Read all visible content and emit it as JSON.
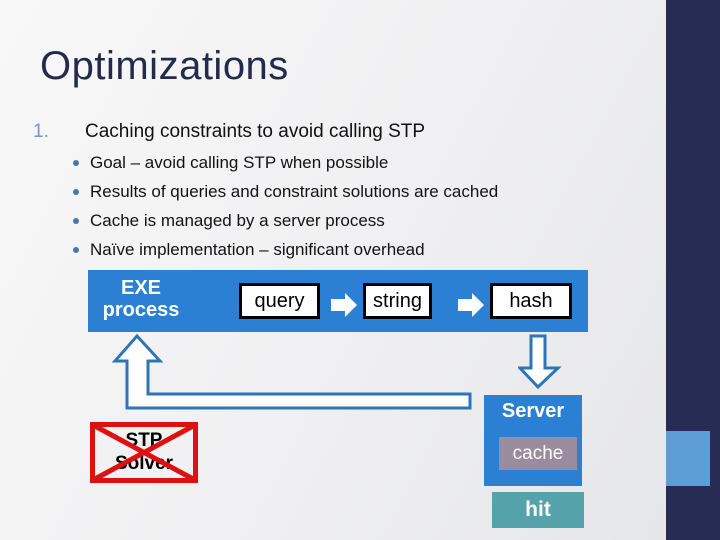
{
  "slide": {
    "title": "Optimizations",
    "list": {
      "number": "1.",
      "heading": "Caching constraints to avoid calling STP",
      "bullets": [
        "Goal – avoid calling STP when possible",
        "Results of queries and constraint solutions are cached",
        "Cache is managed by a server process",
        "Naïve implementation – significant overhead"
      ]
    },
    "diagram": {
      "exe_label_line1": "EXE",
      "exe_label_line2": "process",
      "pipeline": [
        "query",
        "string",
        "hash"
      ],
      "server_label": "Server",
      "cache_label": "cache",
      "hit_label": "hit",
      "stp_line1": "STP",
      "stp_line2": "Solver"
    },
    "colors": {
      "accent_navy": "#272c55",
      "accent_blue": "#5d9dd5",
      "bar_blue": "#2b80d4",
      "arrow_outline": "#2e75b6",
      "teal": "#55a2aa",
      "cache_mauve": "#9a8b9e",
      "cross_red": "#dd1111",
      "title_navy": "#242a4e",
      "number_blue": "#7396c5",
      "bullet_blue": "#4478ad"
    }
  }
}
